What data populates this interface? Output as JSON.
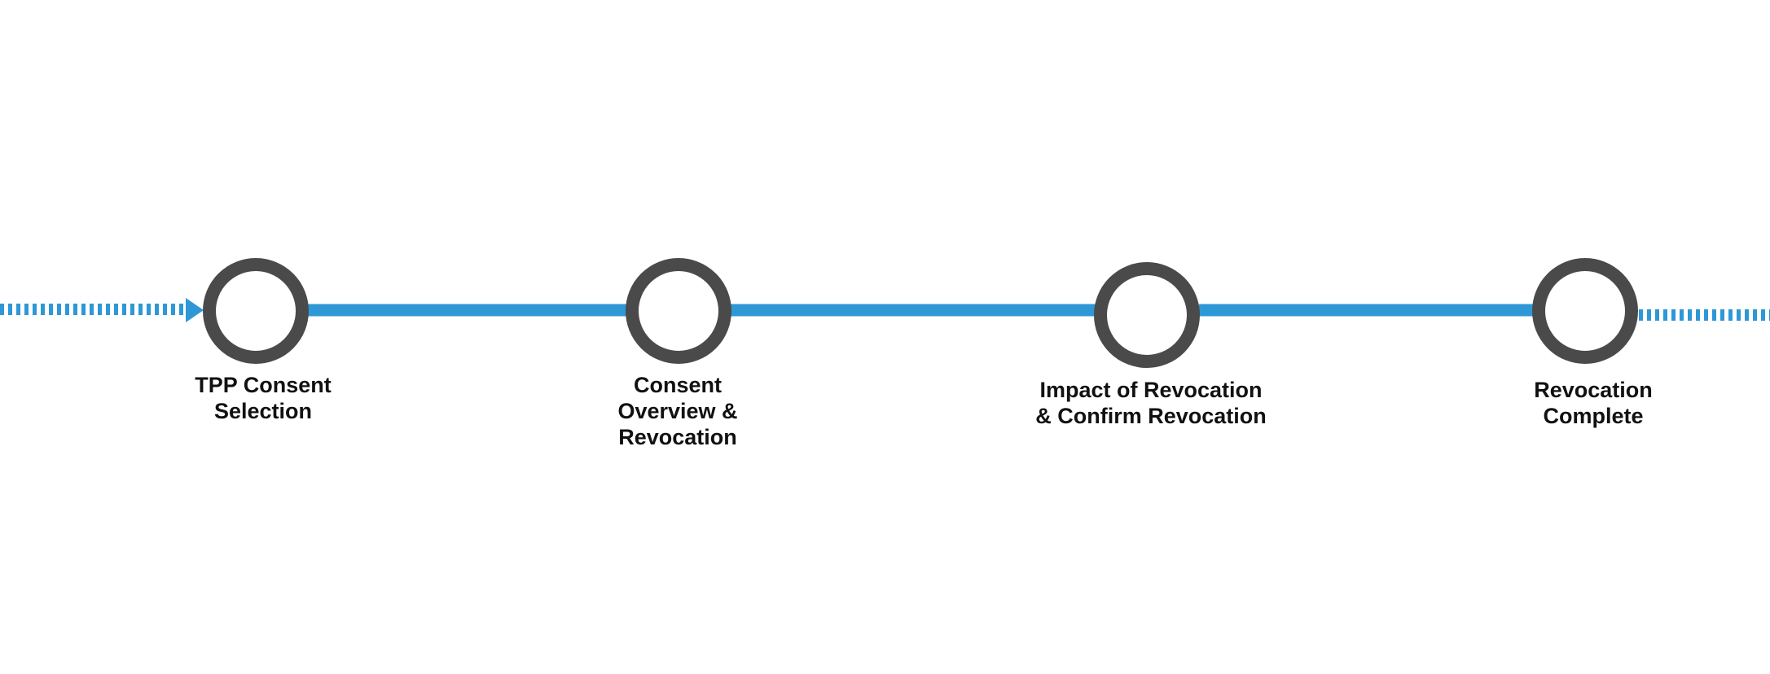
{
  "colors": {
    "connector": "#2E98D6",
    "node_ring": "#4A4A4A",
    "node_fill": "#FFFFFF",
    "label_text": "#111111"
  },
  "steps": [
    {
      "label_lines": [
        "TPP Consent",
        "Selection"
      ]
    },
    {
      "label_lines": [
        "Consent",
        "Overview &",
        "Revocation"
      ]
    },
    {
      "label_lines": [
        "Impact of Revocation",
        "& Confirm Revocation"
      ]
    },
    {
      "label_lines": [
        "Revocation",
        "Complete"
      ]
    }
  ]
}
